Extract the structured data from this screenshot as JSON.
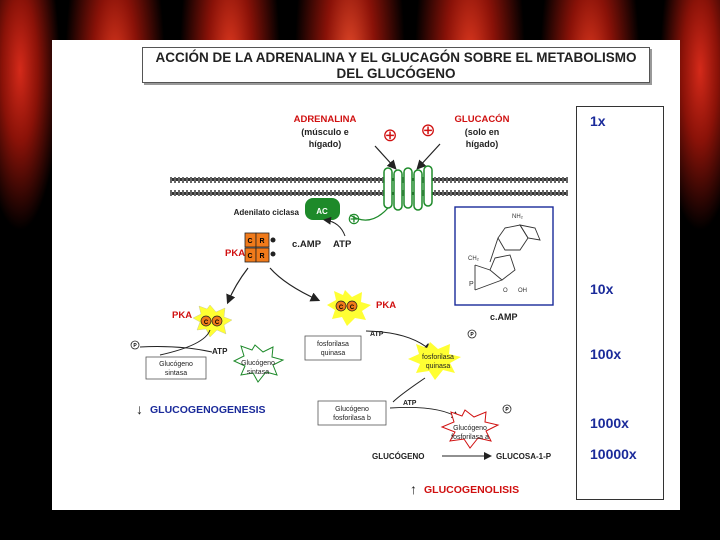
{
  "title": {
    "line1": "ACCIÓN DE LA ADRENALINA Y EL GLUCAGÓN SOBRE EL METABOLISMO",
    "line2": "DEL GLUCÓGENO"
  },
  "hormones": {
    "adrenalina": "ADRENALINA",
    "adrenalina_sub1": "(músculo e",
    "adrenalina_sub2": "hígado)",
    "glucagon": "GLUCACÓN",
    "glucagon_sub1": "(solo en",
    "glucagon_sub2": "hígado)",
    "plus_sign": "⊕"
  },
  "membrane": {
    "enzyme_label": "Adenilato ciclasa",
    "ac": "AC"
  },
  "pka_complex": {
    "pka": "PKA",
    "c": "C",
    "r": "R",
    "camp": "c.AMP",
    "atp": "ATP"
  },
  "camp_structure": {
    "label": "c.AMP",
    "nh2": "NH₂",
    "p": "P",
    "o": "O",
    "oh": "OH",
    "ch2": "CH₂"
  },
  "cascade": {
    "pka_left": "PKA",
    "pka_center": "PKA",
    "cc": "C",
    "atp1": "ATP",
    "atp2": "ATP",
    "atp3": "ATP",
    "p": "P",
    "glycogen_synthase": "Glucógeno sintasa",
    "glycogen_synthase_p_l1": "Glucógeno",
    "glycogen_synthase_p_l2": "sintasa",
    "phosphorylase_kinase_l1": "fosforilasa",
    "phosphorylase_kinase_l2": "quinasa",
    "phosphorylase_kinase_active_l1": "fosforilasa",
    "phosphorylase_kinase_active_l2": "quinasa",
    "glycogen_phosphorylase_b_l1": "Glucógeno",
    "glycogen_phosphorylase_b_l2": "fosforilasa b",
    "glycogen_phosphorylase_a_l1": "Glucógeno",
    "glycogen_phosphorylase_a_l2": "fosforilasa a",
    "glucogeno": "GLUCÓGENO",
    "glucosa1p": "GLUCOSA-1-P"
  },
  "outcomes": {
    "glucogenogenesis": "GLUCOGENOGENESIS",
    "glucogenolisis": "GLUCOGENOLISIS",
    "down_arrow": "↓",
    "up_arrow": "↑"
  },
  "amplification": [
    "1x",
    "10x",
    "100x",
    "1000x",
    "10000x"
  ],
  "colors": {
    "red_text": "#d01010",
    "blue_text": "#1a2a9a",
    "enzyme_green": "#1e8a2a",
    "pka_orange": "#f07a1a",
    "burst_yellow": "#ffff33"
  }
}
